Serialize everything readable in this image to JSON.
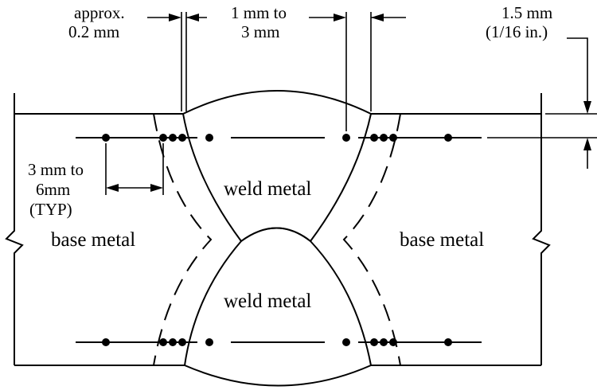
{
  "labels": {
    "approx_line1": "approx.",
    "approx_line2": "0.2 mm",
    "gap_line1": "1 mm to",
    "gap_line2": "3 mm",
    "depth_line1": "1.5 mm",
    "depth_line2": "(1/16 in.)",
    "spacing_line1": "3 mm to",
    "spacing_line2": "6mm",
    "spacing_line3": "(TYP)",
    "base_left": "base metal",
    "base_right": "base metal",
    "weld_top": "weld metal",
    "weld_bottom": "weld metal"
  }
}
